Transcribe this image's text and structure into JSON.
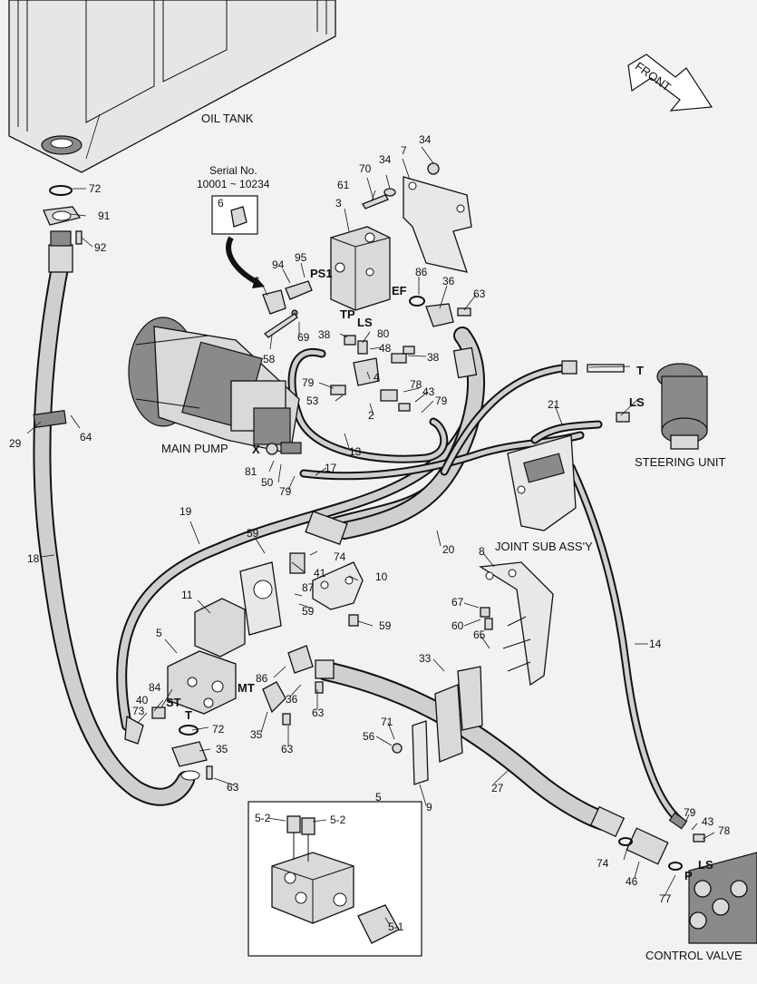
{
  "labels": {
    "oil_tank": "OIL TANK",
    "main_pump": "MAIN PUMP",
    "steering_unit": "STEERING UNIT",
    "joint_sub_assy": "JOINT SUB ASS'Y",
    "control_valve": "CONTROL VALVE",
    "front": "FRONT",
    "serial_title": "Serial No.",
    "serial_range": "10001 ~ 10234",
    "serial_part": "6",
    "detail_title": "5"
  },
  "port_labels": [
    "PS1",
    "EF",
    "TP",
    "LS",
    "T",
    "LS",
    "X",
    "ST",
    "MT",
    "T",
    "LS",
    "P"
  ],
  "callouts": [
    "72",
    "91",
    "92",
    "29",
    "64",
    "18",
    "34",
    "70",
    "34",
    "7",
    "3",
    "61",
    "94",
    "95",
    "6",
    "86",
    "36",
    "63",
    "80",
    "38",
    "48",
    "38",
    "58",
    "69",
    "79",
    "4",
    "78",
    "43",
    "79",
    "53",
    "2",
    "13",
    "81",
    "50",
    "79",
    "17",
    "21",
    "19",
    "20",
    "59",
    "74",
    "41",
    "10",
    "87",
    "59",
    "59",
    "11",
    "5",
    "86",
    "36",
    "63",
    "35",
    "63",
    "72",
    "35",
    "63",
    "84",
    "40",
    "73",
    "33",
    "71",
    "56",
    "9",
    "27",
    "8",
    "67",
    "60",
    "65",
    "14",
    "79",
    "43",
    "78",
    "74",
    "46",
    "77",
    "5-2",
    "5-2",
    "5-1"
  ]
}
